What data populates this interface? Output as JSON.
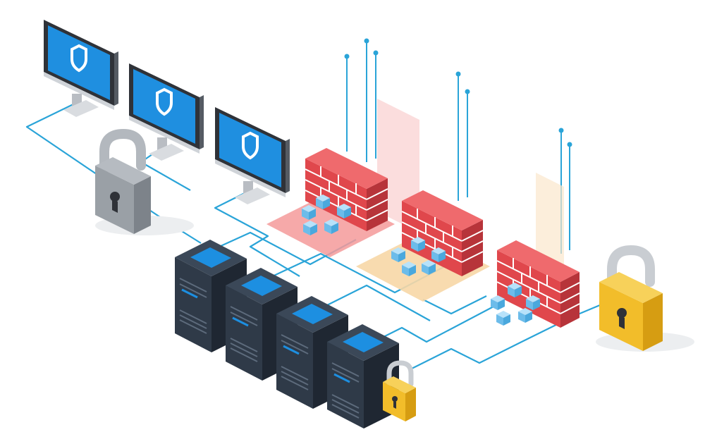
{
  "scene": {
    "colors": {
      "background": "#ffffff",
      "screen": "#1f8fe0",
      "screen_shield": "#ffffff",
      "monitor_bezel": "#2f3238",
      "cable": "#2aa4d8",
      "server_dark": "#2f3a48",
      "server_top": "#1d8fe1",
      "firewall_brick": "#e0474c",
      "firewall_mortar": "#ffffff",
      "data_cube": "#7cc8f2",
      "padlock_gray": "#9aa0a6",
      "padlock_gold": "#f2bd2a",
      "zone_red": "#f59a9a",
      "zone_peach": "#f7d7a6"
    },
    "icons": [
      "monitor-icon",
      "shield-icon",
      "padlock-icon",
      "server-rack-icon",
      "firewall-icon",
      "data-cube-icon",
      "keyhole-icon"
    ],
    "counts": {
      "monitors": 3,
      "servers": 4,
      "firewalls": 3,
      "padlocks": 3
    }
  }
}
